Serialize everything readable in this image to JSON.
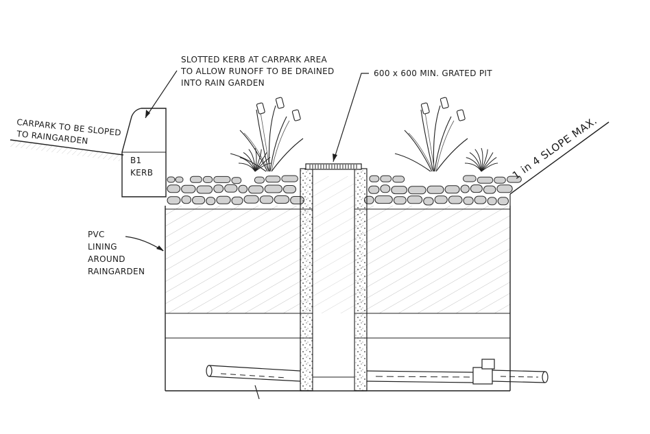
{
  "labels": {
    "kerb_note": [
      "SLOTTED KERB AT CARPARK AREA",
      "TO ALLOW RUNOFF TO BE DRAINED",
      "INTO RAIN GARDEN"
    ],
    "pit_note": "600 x 600 MIN. GRATED PIT",
    "carpark_note": [
      "CARPARK TO BE SLOPED",
      "TO RAINGARDEN"
    ],
    "kerb_type": [
      "B1",
      "KERB"
    ],
    "lining_note": [
      "PVC",
      "LINING",
      "AROUND",
      "RAINGARDEN"
    ],
    "slope_note": "1 in 4 SLOPE MAX."
  },
  "colors": {
    "ink": "#1f1f1f",
    "rock_fill": "#d2d2d2",
    "hatch": "#9a9a9a",
    "background": "#ffffff"
  },
  "icons": [
    "plant-icon",
    "grate-icon",
    "pipe-icon"
  ]
}
